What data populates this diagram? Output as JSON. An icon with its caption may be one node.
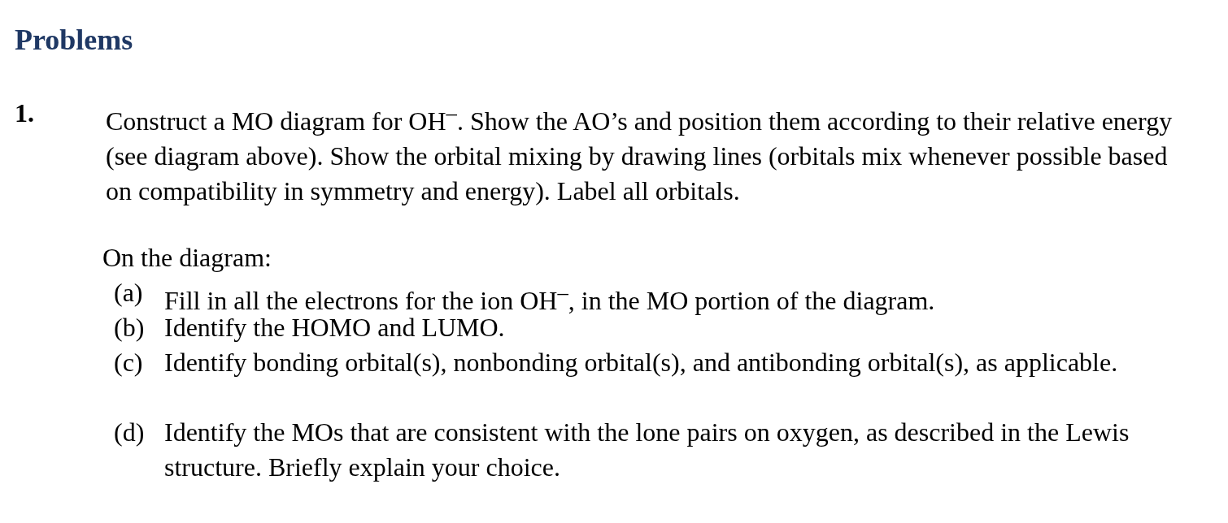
{
  "diagram": {
    "title": "Problems",
    "labels": [
      "1.",
      "Construct a MO diagram for OH$^{–}$. Show the AO’s and position them according to their relative energy (see diagram above). Show the orbital mixing by drawing lines (orbitals mix whenever possible based on compatibility in symmetry and energy). Label all orbitals.",
      "On the diagram:",
      "(a)",
      "Fill in all the electrons for the ion OH$^{–}$, in the MO portion of the diagram.",
      "(b)",
      "Identify the HOMO and LUMO.",
      "(c)",
      "Identify bonding orbital(s), nonbonding orbital(s), and antibonding orbital(s), as applicable.",
      "(d)",
      "Identify the MOs that are consistent with the lone pairs on oxygen, as described in the Lewis structure. Briefly explain your choice."
    ]
  }
}
